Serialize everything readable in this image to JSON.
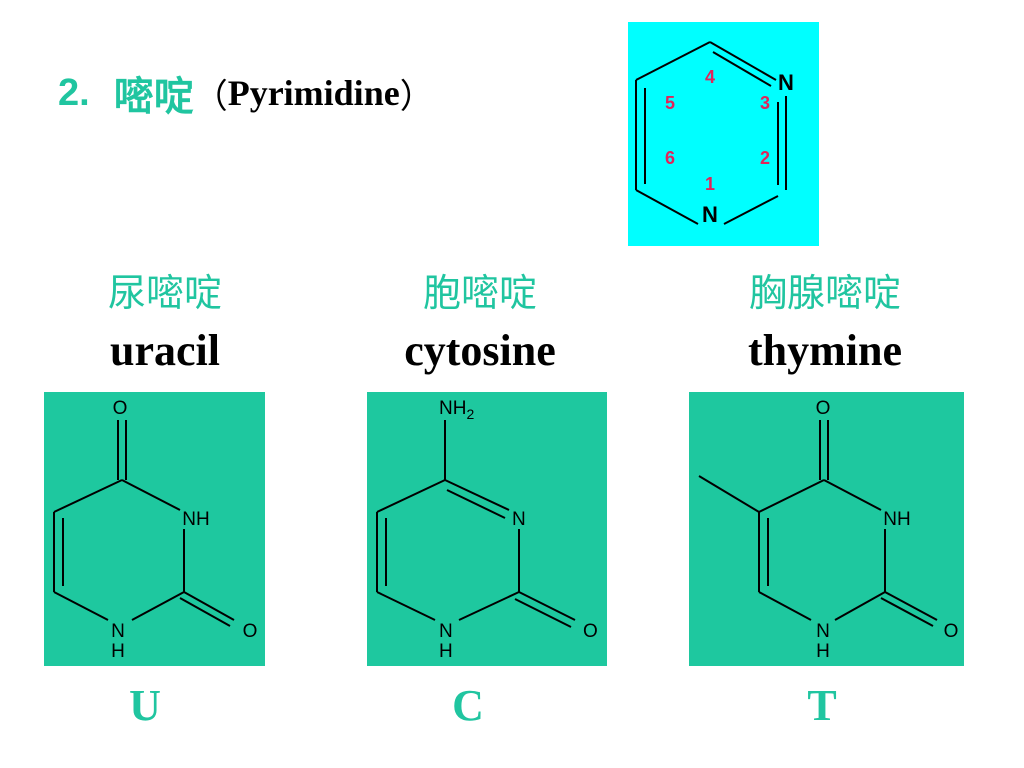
{
  "title": {
    "number": "2.",
    "chinese": "嘧啶",
    "open_paren": "（",
    "english": "Pyrimidine",
    "close_paren": "）"
  },
  "ring": {
    "n_top": "N",
    "n_bottom": "N",
    "positions": [
      "1",
      "2",
      "3",
      "4",
      "5",
      "6"
    ]
  },
  "colors": {
    "accent_green": "#20c5a0",
    "panel_green": "#1ec89f",
    "ring_bg": "#00ffff",
    "position_red": "#e0245a"
  },
  "bases": [
    {
      "chinese": "尿嘧啶",
      "english": "uracil",
      "letter": "U",
      "atoms": {
        "top": "O",
        "right": "NH",
        "bottom_n": "N",
        "bottom_h": "H",
        "bottom_o": "O"
      }
    },
    {
      "chinese": "胞嘧啶",
      "english": "cytosine",
      "letter": "C",
      "atoms": {
        "top": "NH",
        "top_sub": "2",
        "right": "N",
        "bottom_n": "N",
        "bottom_h": "H",
        "bottom_o": "O"
      }
    },
    {
      "chinese": "胸腺嘧啶",
      "english": "thymine",
      "letter": "T",
      "atoms": {
        "top": "O",
        "right": "NH",
        "bottom_n": "N",
        "bottom_h": "H",
        "bottom_o": "O"
      }
    }
  ]
}
